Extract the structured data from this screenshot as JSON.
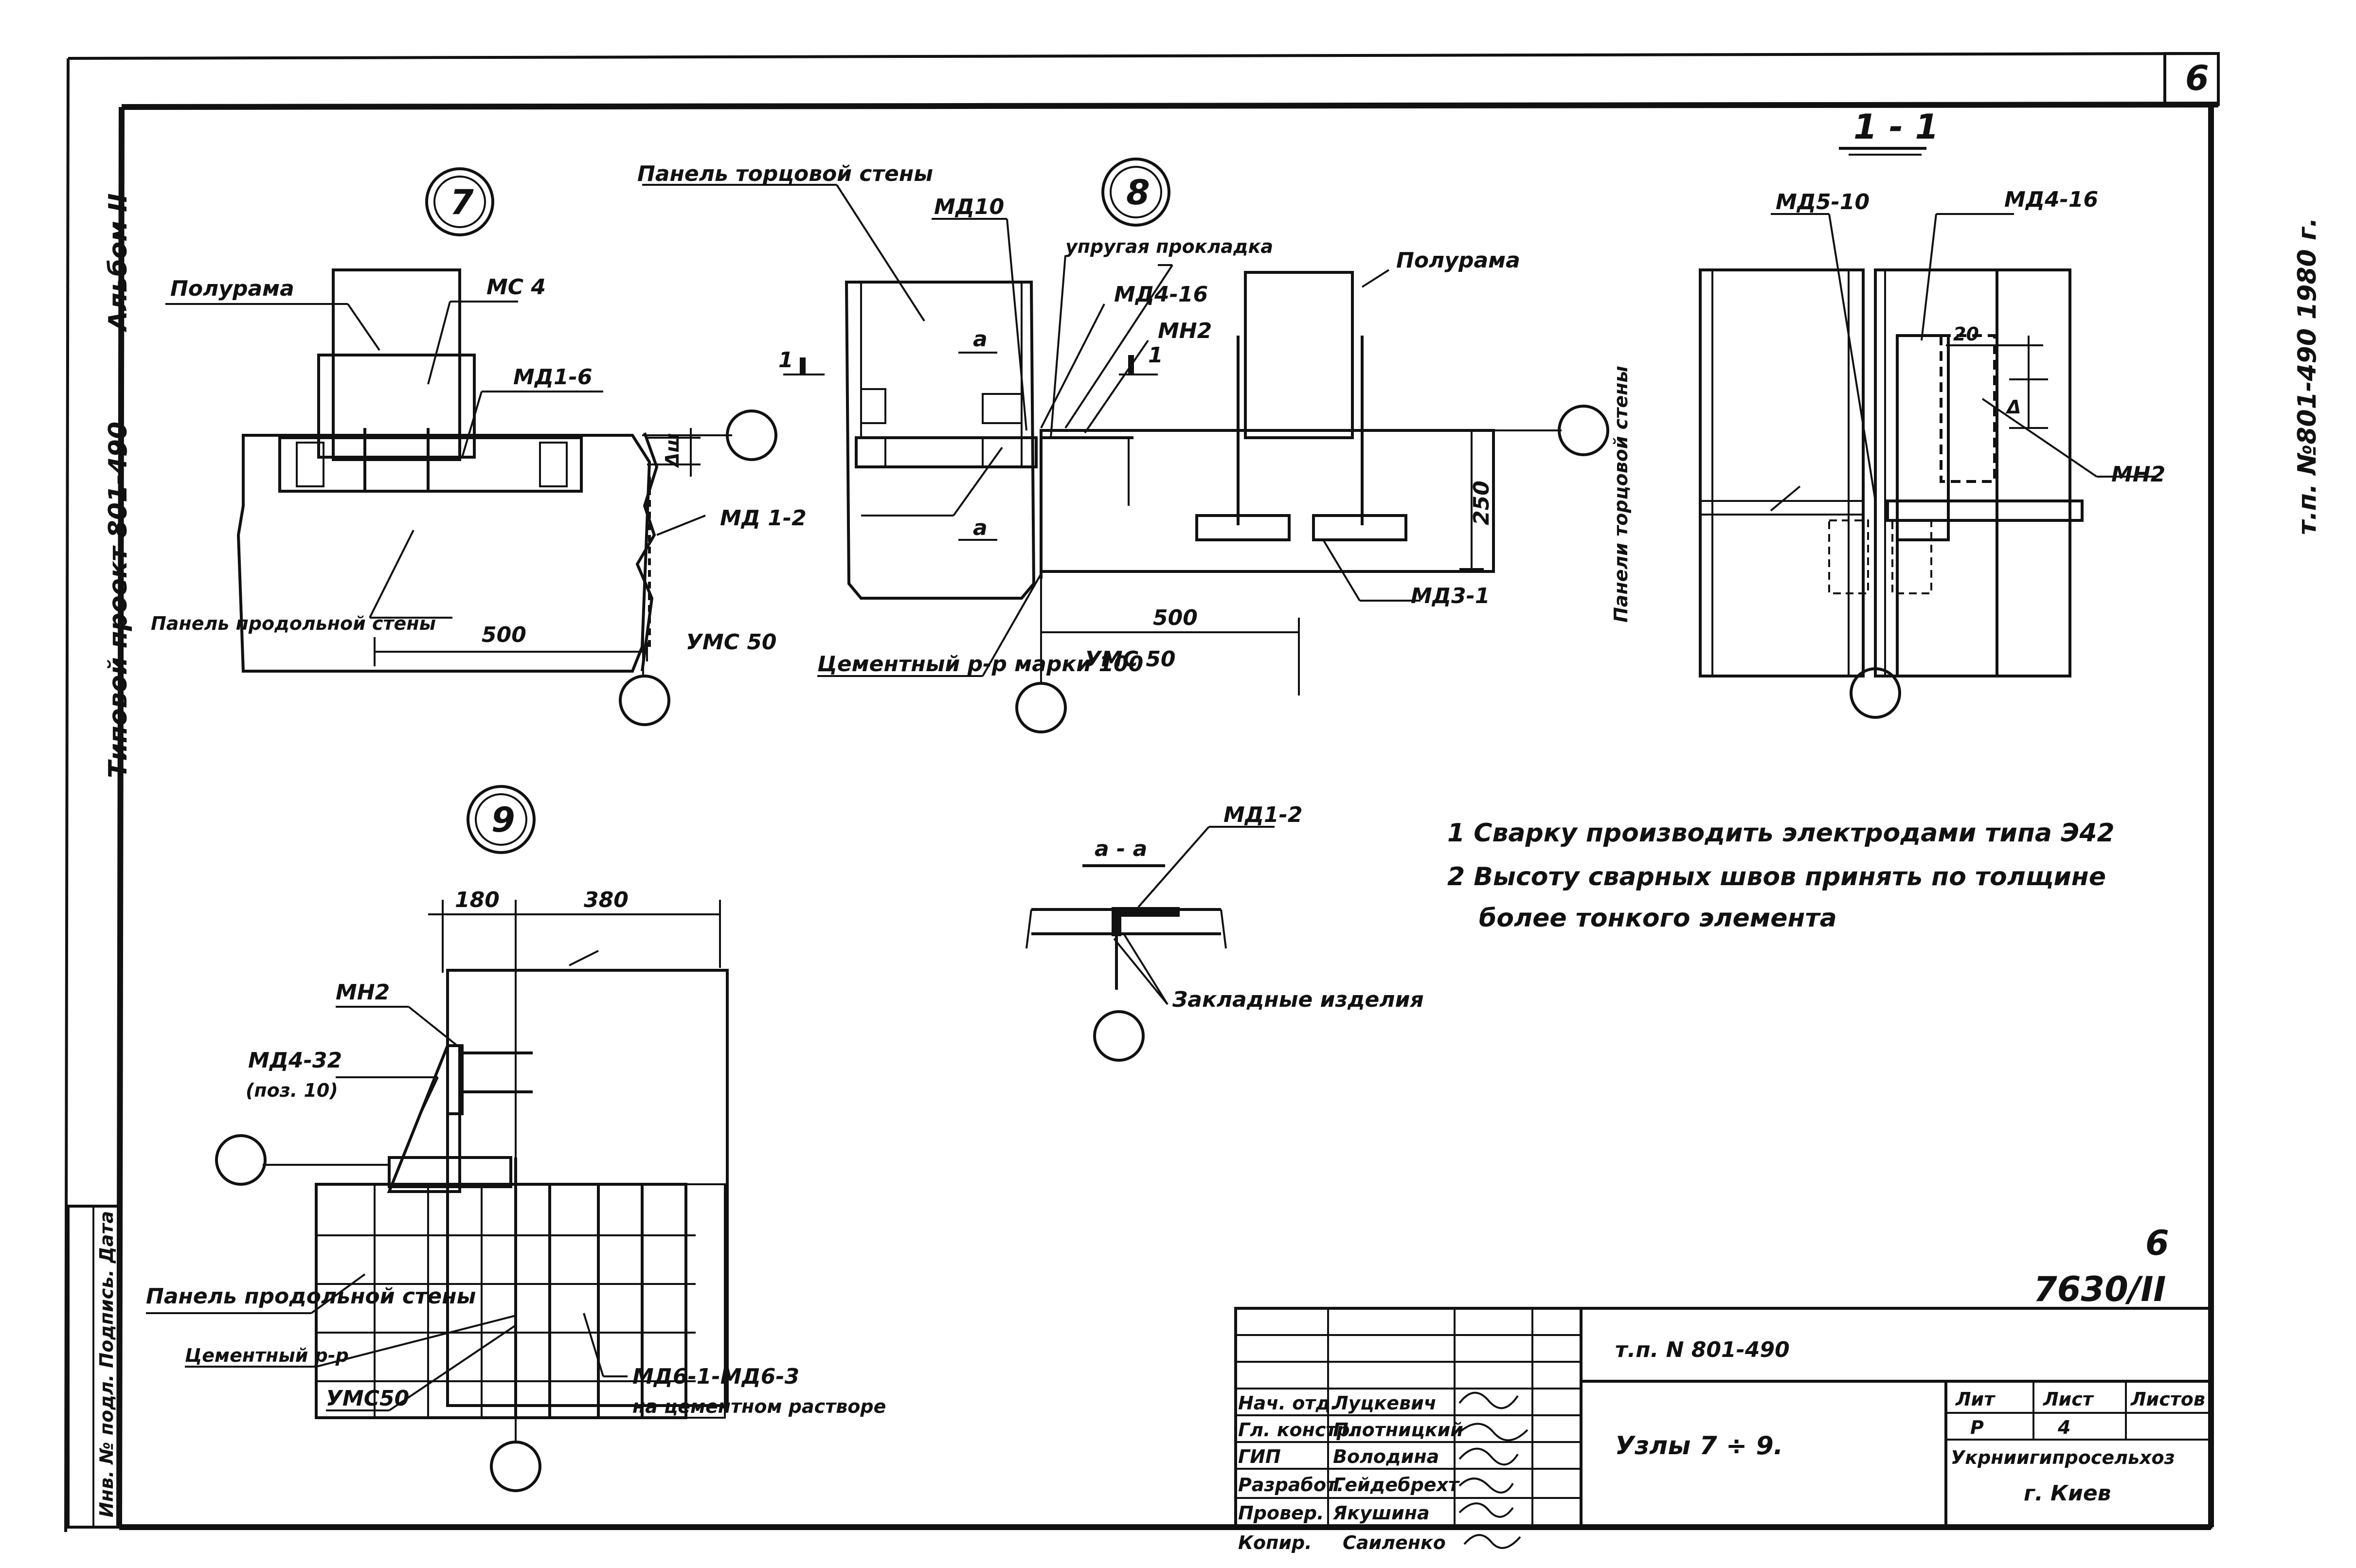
{
  "page": {
    "sheet_number": "6",
    "album_side_left": "Альбом II",
    "project_side_left": "Типовой проект 801-490",
    "right_margin_text": "т.п. №801-490 1980 г.",
    "archive_stamp": "Инв. № подл. Подпись. Дата",
    "doc_code": "7630/II",
    "doc_code_sheet": "6"
  },
  "node7": {
    "number": "7",
    "labels": [
      "Полурама",
      "МС 4",
      "МД1-6",
      "Панель продольной стены",
      "УМС 50"
    ],
    "dims": [
      "500",
      "Δш"
    ]
  },
  "node8": {
    "number": "8",
    "labels": [
      "Панель торцовой стены",
      "МД10",
      "упругая прокладка",
      "МД4-16",
      "МН2",
      "Полурама",
      "МД 1-2",
      "Цементный р-р марки 100",
      "УМС 50",
      "МД3-1"
    ],
    "section_marks": [
      "1",
      "1",
      "а",
      "а"
    ],
    "dims": [
      "500",
      "250"
    ]
  },
  "section11": {
    "title": "1 - 1",
    "labels": [
      "МД5-10",
      "МД4-16",
      "МН2",
      "Панели торцовой стены"
    ],
    "dims": [
      "20",
      "Δ"
    ]
  },
  "node9": {
    "number": "9",
    "labels": [
      "МН2",
      "МД4-32",
      "(поз. 10)",
      "Панель продольной стены",
      "Цементный р-р",
      "УМС50",
      "МД6-1-МД6-3",
      "на цементном растворе"
    ],
    "dims": [
      "180",
      "380"
    ]
  },
  "sectionaa": {
    "title": "а - а",
    "labels": [
      "МД1-2",
      "Закладные изделия"
    ]
  },
  "notes": [
    "1 Сварку производить электродами типа Э42",
    "2 Высоту сварных швов принять по толщине",
    "более тонкого элемента"
  ],
  "title_block": {
    "project": "т.п. N 801-490",
    "title": "Узлы 7 ÷ 9.",
    "roles": [
      "Нач. отд.",
      "Гл. констр.",
      "ГИП",
      "Разработ.",
      "Провер.",
      "Копир."
    ],
    "names": [
      "Луцкевич",
      "Плотницкий",
      "Володина",
      "Гейдебрехт",
      "Якушина",
      "Саиленко"
    ],
    "stage_header": "Лит",
    "sheet_header": "Лист",
    "sheets_header": "Листов",
    "stage": "Р",
    "sheet": "4",
    "org": "Укрниигипросельхоз",
    "city": "г. Киев"
  }
}
